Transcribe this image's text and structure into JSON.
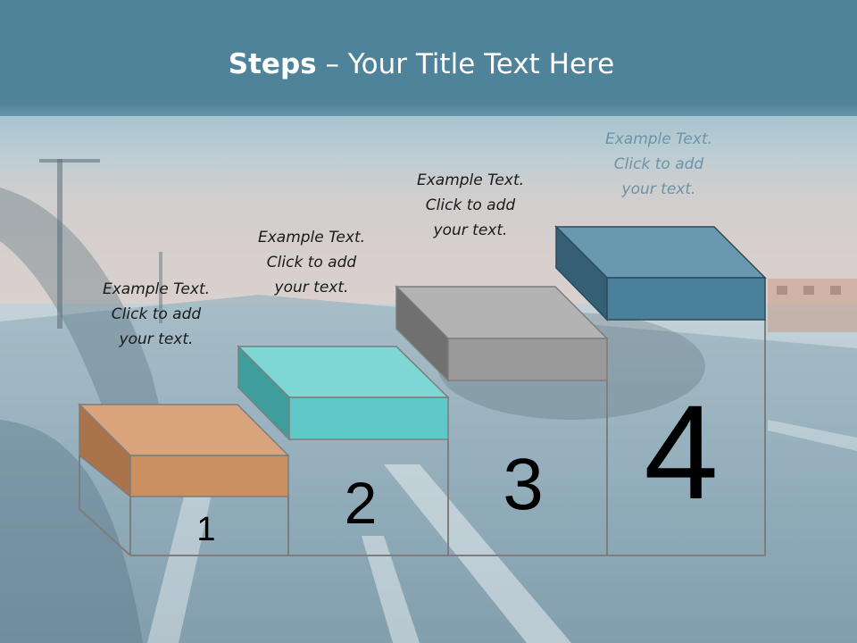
{
  "title": {
    "bold": "Steps",
    "rest": " – Your Title Text Here"
  },
  "steps": [
    {
      "number": "1",
      "line1": "Example Text.",
      "line2": "Click  to add",
      "line3": "your text."
    },
    {
      "number": "2",
      "line1": "Example Text.",
      "line2": "Click  to add",
      "line3": "your text."
    },
    {
      "number": "3",
      "line1": "Example Text.",
      "line2": "Click  to add",
      "line3": "your text."
    },
    {
      "number": "4",
      "line1": "Example Text.",
      "line2": "Click  to add",
      "line3": "your text."
    }
  ],
  "colors": {
    "step1": "#cc8f5f",
    "step2": "#5ec9c7",
    "step3": "#9a9a9a",
    "step4": "#4a809b",
    "header": "#4f8399"
  }
}
